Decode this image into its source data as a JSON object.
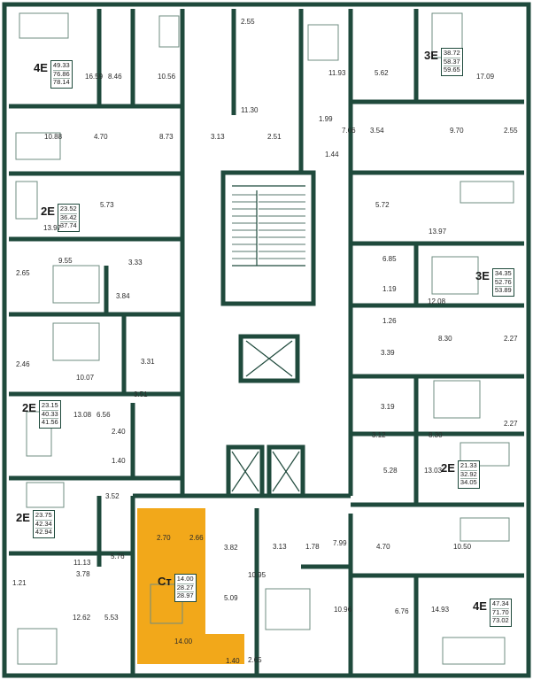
{
  "colors": {
    "wall": "#1f4a3c",
    "selected": "#f2a81a",
    "furniture": "#6f8c82",
    "background": "#ffffff"
  },
  "selected_unit": {
    "code": "Ст",
    "areas": [
      "14.00",
      "28.27",
      "28.97"
    ]
  },
  "units": [
    {
      "code": "4E",
      "areas": [
        "49.33",
        "76.86",
        "78.14"
      ]
    },
    {
      "code": "3E",
      "areas": [
        "38.72",
        "58.37",
        "59.65"
      ]
    },
    {
      "code": "2E",
      "areas": [
        "23.52",
        "36.42",
        "37.74"
      ]
    },
    {
      "code": "3E",
      "areas": [
        "34.35",
        "52.76",
        "53.89"
      ]
    },
    {
      "code": "2E",
      "areas": [
        "23.15",
        "40.33",
        "41.56"
      ]
    },
    {
      "code": "2E",
      "areas": [
        "21.33",
        "32.92",
        "34.05"
      ]
    },
    {
      "code": "2E",
      "areas": [
        "23.75",
        "42.34",
        "42.94"
      ]
    },
    {
      "code": "4E",
      "areas": [
        "47.34",
        "71.70",
        "73.02"
      ]
    }
  ],
  "room_areas": [
    "16.59",
    "8.46",
    "10.56",
    "2.55",
    "11.30",
    "11.93",
    "5.62",
    "17.09",
    "10.88",
    "4.70",
    "8.73",
    "3.13",
    "2.51",
    "1.99",
    "7.06",
    "3.54",
    "9.70",
    "2.55",
    "1.44",
    "5.73",
    "13.97",
    "5.72",
    "13.97",
    "2.65",
    "9.55",
    "3.33",
    "6.85",
    "3.84",
    "1.19",
    "12.08",
    "1.26",
    "8.30",
    "2.27",
    "3.39",
    "2.46",
    "3.31",
    "10.07",
    "3.51",
    "13.08",
    "6.56",
    "3.19",
    "8.30",
    "2.27",
    "2.40",
    "1.40",
    "3.12",
    "5.28",
    "13.03",
    "3.52",
    "11.13",
    "2.70",
    "2.66",
    "3.82",
    "3.13",
    "1.78",
    "7.99",
    "4.70",
    "10.50",
    "5.76",
    "10.95",
    "1.21",
    "3.78",
    "12.62",
    "5.53",
    "14.00",
    "5.09",
    "10.96",
    "6.76",
    "14.93",
    "2.65",
    "1.40"
  ]
}
